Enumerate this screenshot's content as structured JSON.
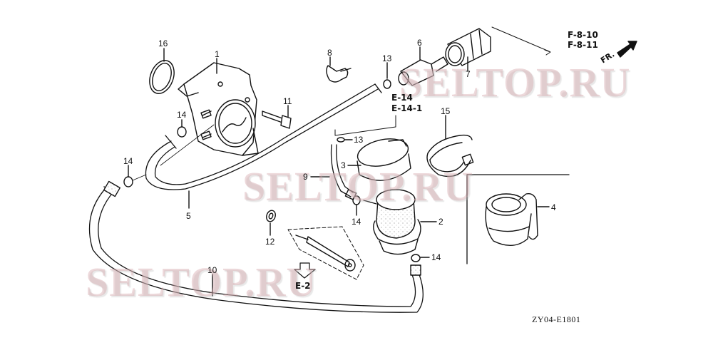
{
  "diagram": {
    "type": "exploded-parts-diagram",
    "drawing_code": "ZY04-E1801",
    "watermark": "SELTOP.RU",
    "direction_indicator": {
      "label": "FR.",
      "icon": "front-direction-arrow-icon"
    },
    "references": {
      "top_right": [
        "F-8-10",
        "F-8-11"
      ],
      "center": [
        "E-14",
        "E-14-1"
      ],
      "bottom": "E-2"
    },
    "parts": [
      {
        "id": "1",
        "label": "1",
        "name": "fuel-pump-body"
      },
      {
        "id": "2",
        "label": "2",
        "name": "fuel-filter-cup"
      },
      {
        "id": "3",
        "label": "3",
        "name": "band-clamp"
      },
      {
        "id": "4",
        "label": "4",
        "name": "filter-boot"
      },
      {
        "id": "5",
        "label": "5",
        "name": "fuel-tube-5"
      },
      {
        "id": "6",
        "label": "6",
        "name": "connector-joint"
      },
      {
        "id": "7",
        "label": "7",
        "name": "fuel-connector"
      },
      {
        "id": "8",
        "label": "8",
        "name": "tube-clip"
      },
      {
        "id": "9",
        "label": "9",
        "name": "fuel-tube-9"
      },
      {
        "id": "10",
        "label": "10",
        "name": "fuel-tube-10"
      },
      {
        "id": "11",
        "label": "11",
        "name": "flange-bolt"
      },
      {
        "id": "12",
        "label": "12",
        "name": "washer"
      },
      {
        "id": "13a",
        "label": "13",
        "name": "tube-clip-13-upper"
      },
      {
        "id": "13b",
        "label": "13",
        "name": "tube-clip-13-lower"
      },
      {
        "id": "14a",
        "label": "14",
        "name": "hose-clip-14-pump"
      },
      {
        "id": "14b",
        "label": "14",
        "name": "hose-clip-14-left"
      },
      {
        "id": "14c",
        "label": "14",
        "name": "hose-clip-14-filter"
      },
      {
        "id": "14d",
        "label": "14",
        "name": "hose-clip-14-bottom"
      },
      {
        "id": "15",
        "label": "15",
        "name": "band-strap"
      },
      {
        "id": "16",
        "label": "16",
        "name": "o-ring"
      }
    ]
  },
  "colors": {
    "ink": "#111111",
    "watermark": "#d6aaaf",
    "background": "#ffffff"
  }
}
